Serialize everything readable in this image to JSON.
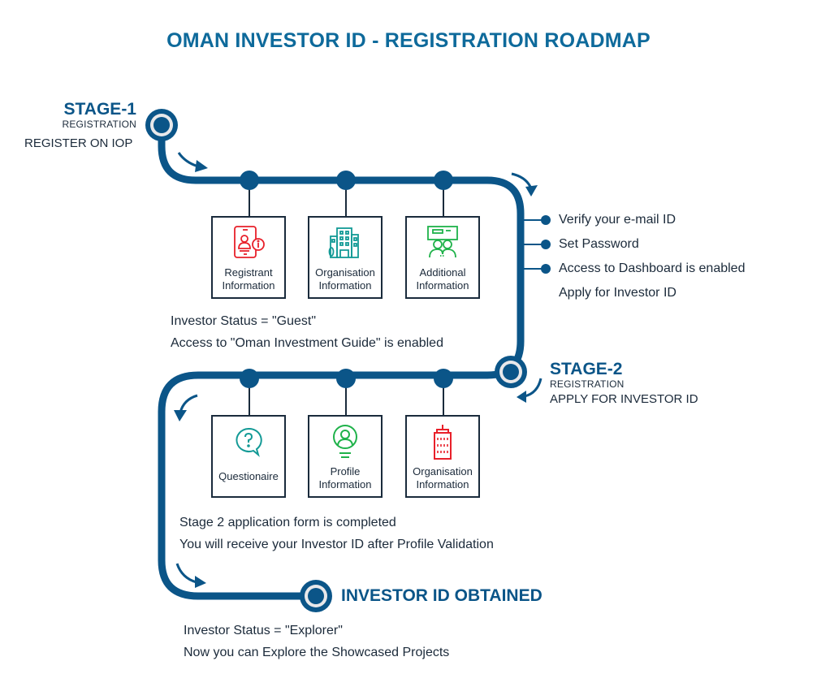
{
  "title": "OMAN INVESTOR ID - REGISTRATION ROADMAP",
  "colors": {
    "track": "#0b5588",
    "title": "#0e6a9b",
    "box_border": "#1a2b3c",
    "icon_red": "#e8202a",
    "icon_teal": "#139a96",
    "icon_green": "#1fb24a"
  },
  "stage1": {
    "title": "STAGE-1",
    "subtitle": "REGISTRATION",
    "action": "REGISTER ON IOP",
    "steps": [
      {
        "label_line1": "Registrant",
        "label_line2": "Information",
        "icon": "tablet-user-info-icon"
      },
      {
        "label_line1": "Organisation",
        "label_line2": "Information",
        "icon": "buildings-icon"
      },
      {
        "label_line1": "Additional",
        "label_line2": "Information",
        "icon": "group-presentation-icon"
      }
    ],
    "notes": [
      "Investor Status = \"Guest\"",
      "Access to \"Oman Investment Guide\" is enabled"
    ],
    "checklist": [
      "Verify your e-mail ID",
      "Set Password",
      "Access to  Dashboard is enabled",
      "Apply for Investor ID"
    ]
  },
  "stage2": {
    "title": "STAGE-2",
    "subtitle": "REGISTRATION",
    "action": "APPLY FOR INVESTOR ID",
    "steps": [
      {
        "label_line1": "Questionaire",
        "label_line2": "",
        "icon": "question-bubble-icon"
      },
      {
        "label_line1": "Profile",
        "label_line2": "Information",
        "icon": "user-profile-icon"
      },
      {
        "label_line1": "Organisation",
        "label_line2": "Information",
        "icon": "tower-building-icon"
      }
    ],
    "notes": [
      "Stage 2 application form is completed",
      "You will receive your Investor ID after Profile Validation"
    ]
  },
  "final": {
    "title": "INVESTOR ID OBTAINED",
    "notes": [
      "Investor Status = \"Explorer\"",
      "Now you can Explore the Showcased Projects"
    ]
  }
}
